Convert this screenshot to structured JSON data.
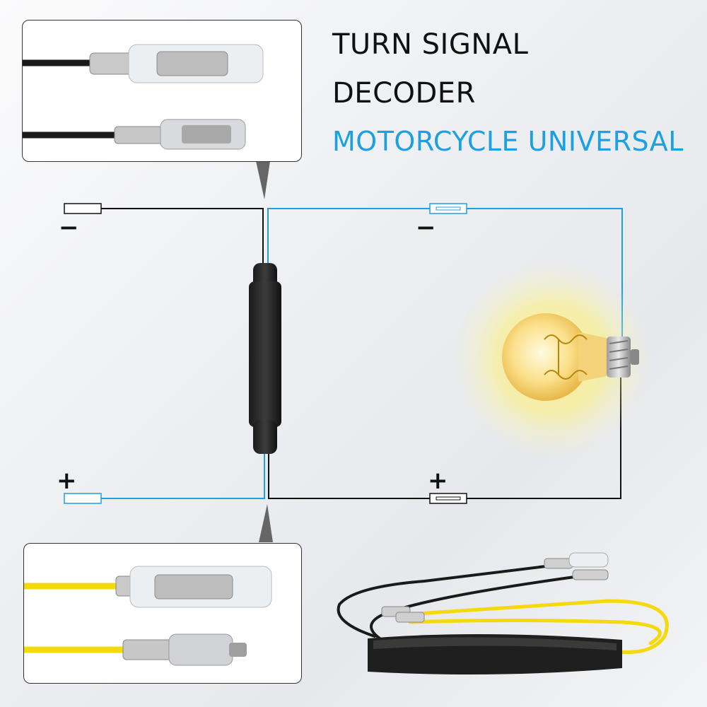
{
  "title": {
    "line1": "TURN SIGNAL",
    "line2": "DECODER",
    "line3": "MOTORCYCLE UNIVERSAL"
  },
  "terminals": {
    "top_left_sign": "−",
    "top_right_sign": "−",
    "bottom_left_sign": "+",
    "bottom_right_sign": "+"
  },
  "colors": {
    "accent_blue": "#1ba1e2",
    "wire_black": "#111111",
    "wire_yellow": "#f5d90f",
    "bulb_glow": "#fff176"
  },
  "icons": {
    "decoder": "resistor-decoder-icon",
    "bulb": "light-bulb-icon",
    "connector": "bullet-connector-icon"
  }
}
